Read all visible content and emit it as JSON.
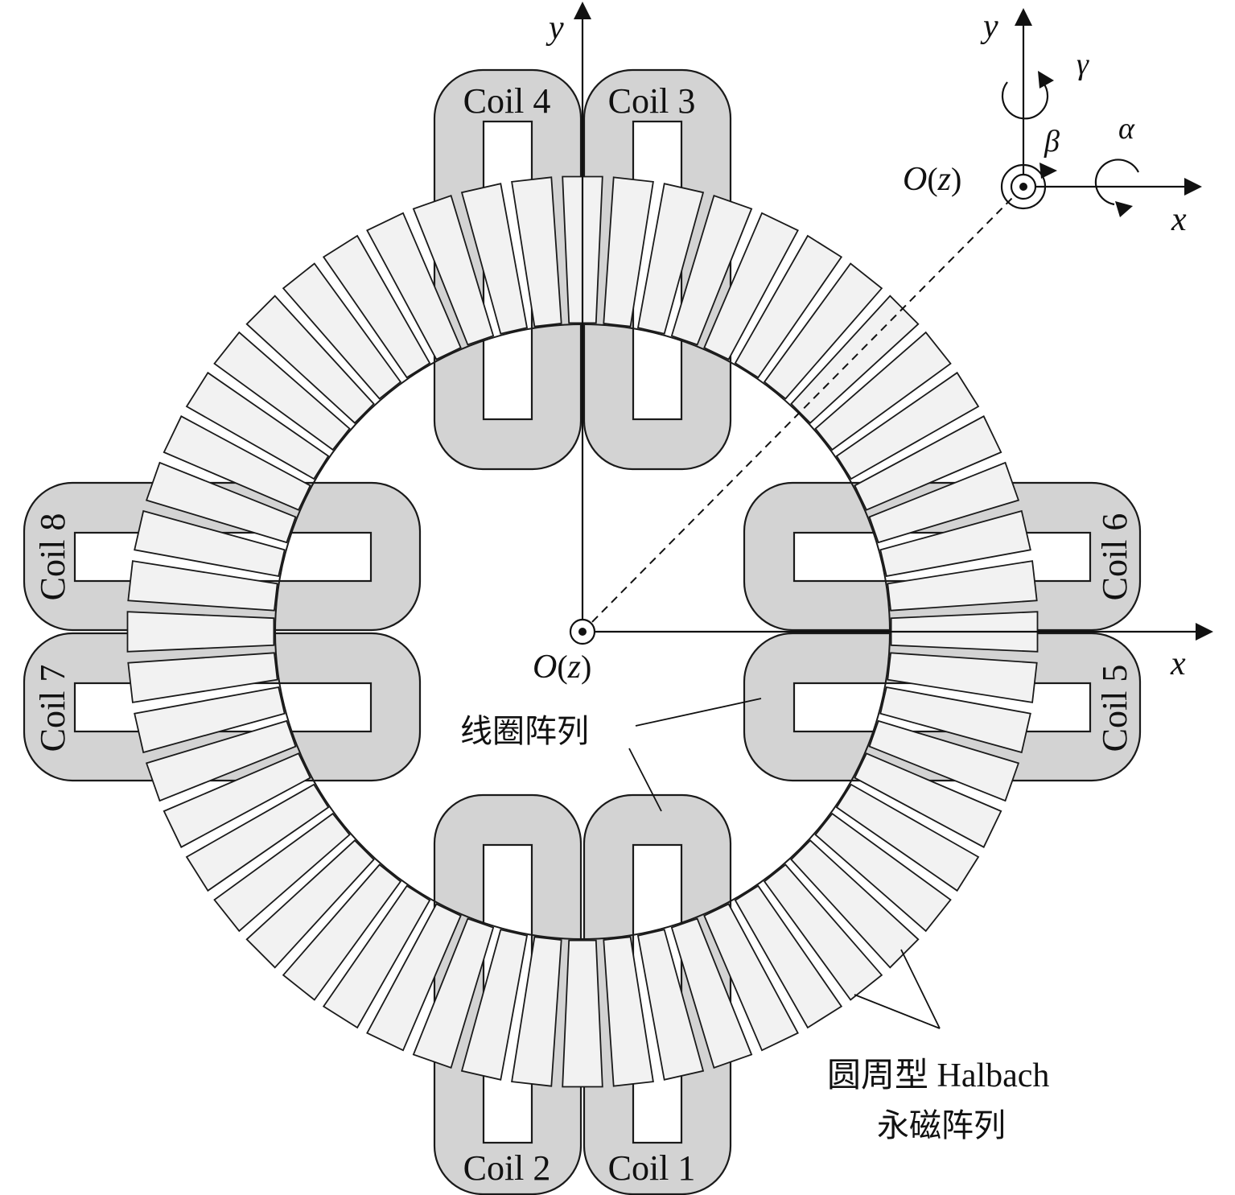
{
  "coils": [
    {
      "label": "Coil 1"
    },
    {
      "label": "Coil 2"
    },
    {
      "label": "Coil 3"
    },
    {
      "label": "Coil 4"
    },
    {
      "label": "Coil 5"
    },
    {
      "label": "Coil 6"
    },
    {
      "label": "Coil 7"
    },
    {
      "label": "Coil 8"
    }
  ],
  "axes": {
    "main_x": "x",
    "main_y": "y",
    "main_origin_prefix": "O",
    "main_origin_var": "z",
    "ref_x": "x",
    "ref_y": "y",
    "ref_origin_prefix": "O",
    "ref_origin_var": "z",
    "alpha": "α",
    "beta": "β",
    "gamma": "γ"
  },
  "annotations": {
    "coil_array": "线圈阵列",
    "halbach_line1": "圆周型 Halbach",
    "halbach_line2": "永磁阵列"
  },
  "halbach": {
    "magnet_count": 56
  },
  "colors": {
    "coil_fill": "#d3d3d3",
    "magnet_fill": "#f2f2f2",
    "line": "#111111",
    "background": "#ffffff"
  }
}
